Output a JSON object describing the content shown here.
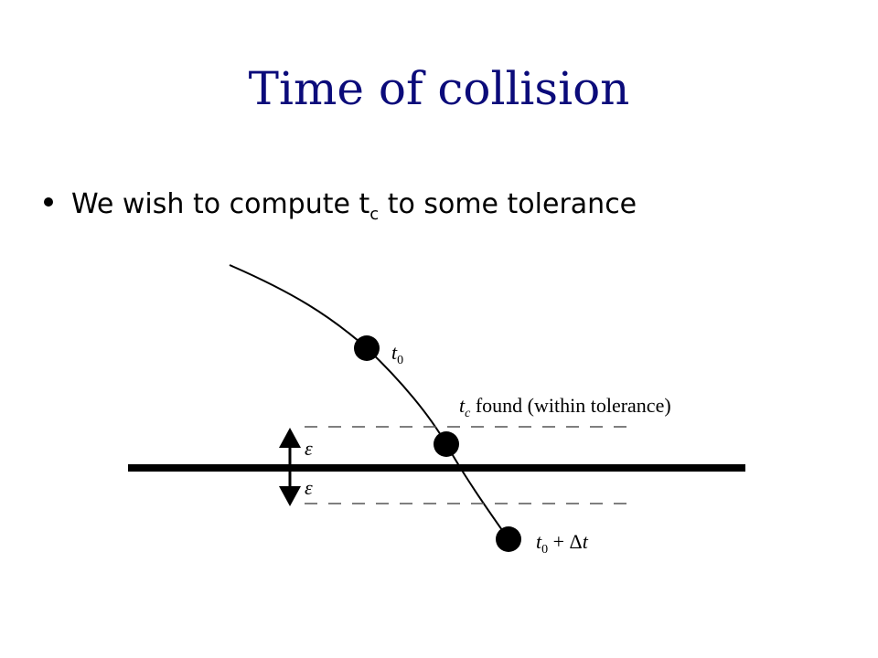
{
  "slide": {
    "title": "Time of collision",
    "bullet": {
      "text_before": "We wish to compute t",
      "subscript": "c",
      "text_after": " to some tolerance"
    }
  },
  "diagram": {
    "labels": {
      "t0_var": "t",
      "t0_sub": "0",
      "tc_var": "t",
      "tc_sub": "c",
      "tc_text": " found (within tolerance)",
      "epsilon_upper": "ε",
      "epsilon_lower": "ε",
      "t0dt_var": "t",
      "t0dt_sub": "0",
      "t0dt_plus": " + Δ",
      "t0dt_t": "t"
    }
  }
}
